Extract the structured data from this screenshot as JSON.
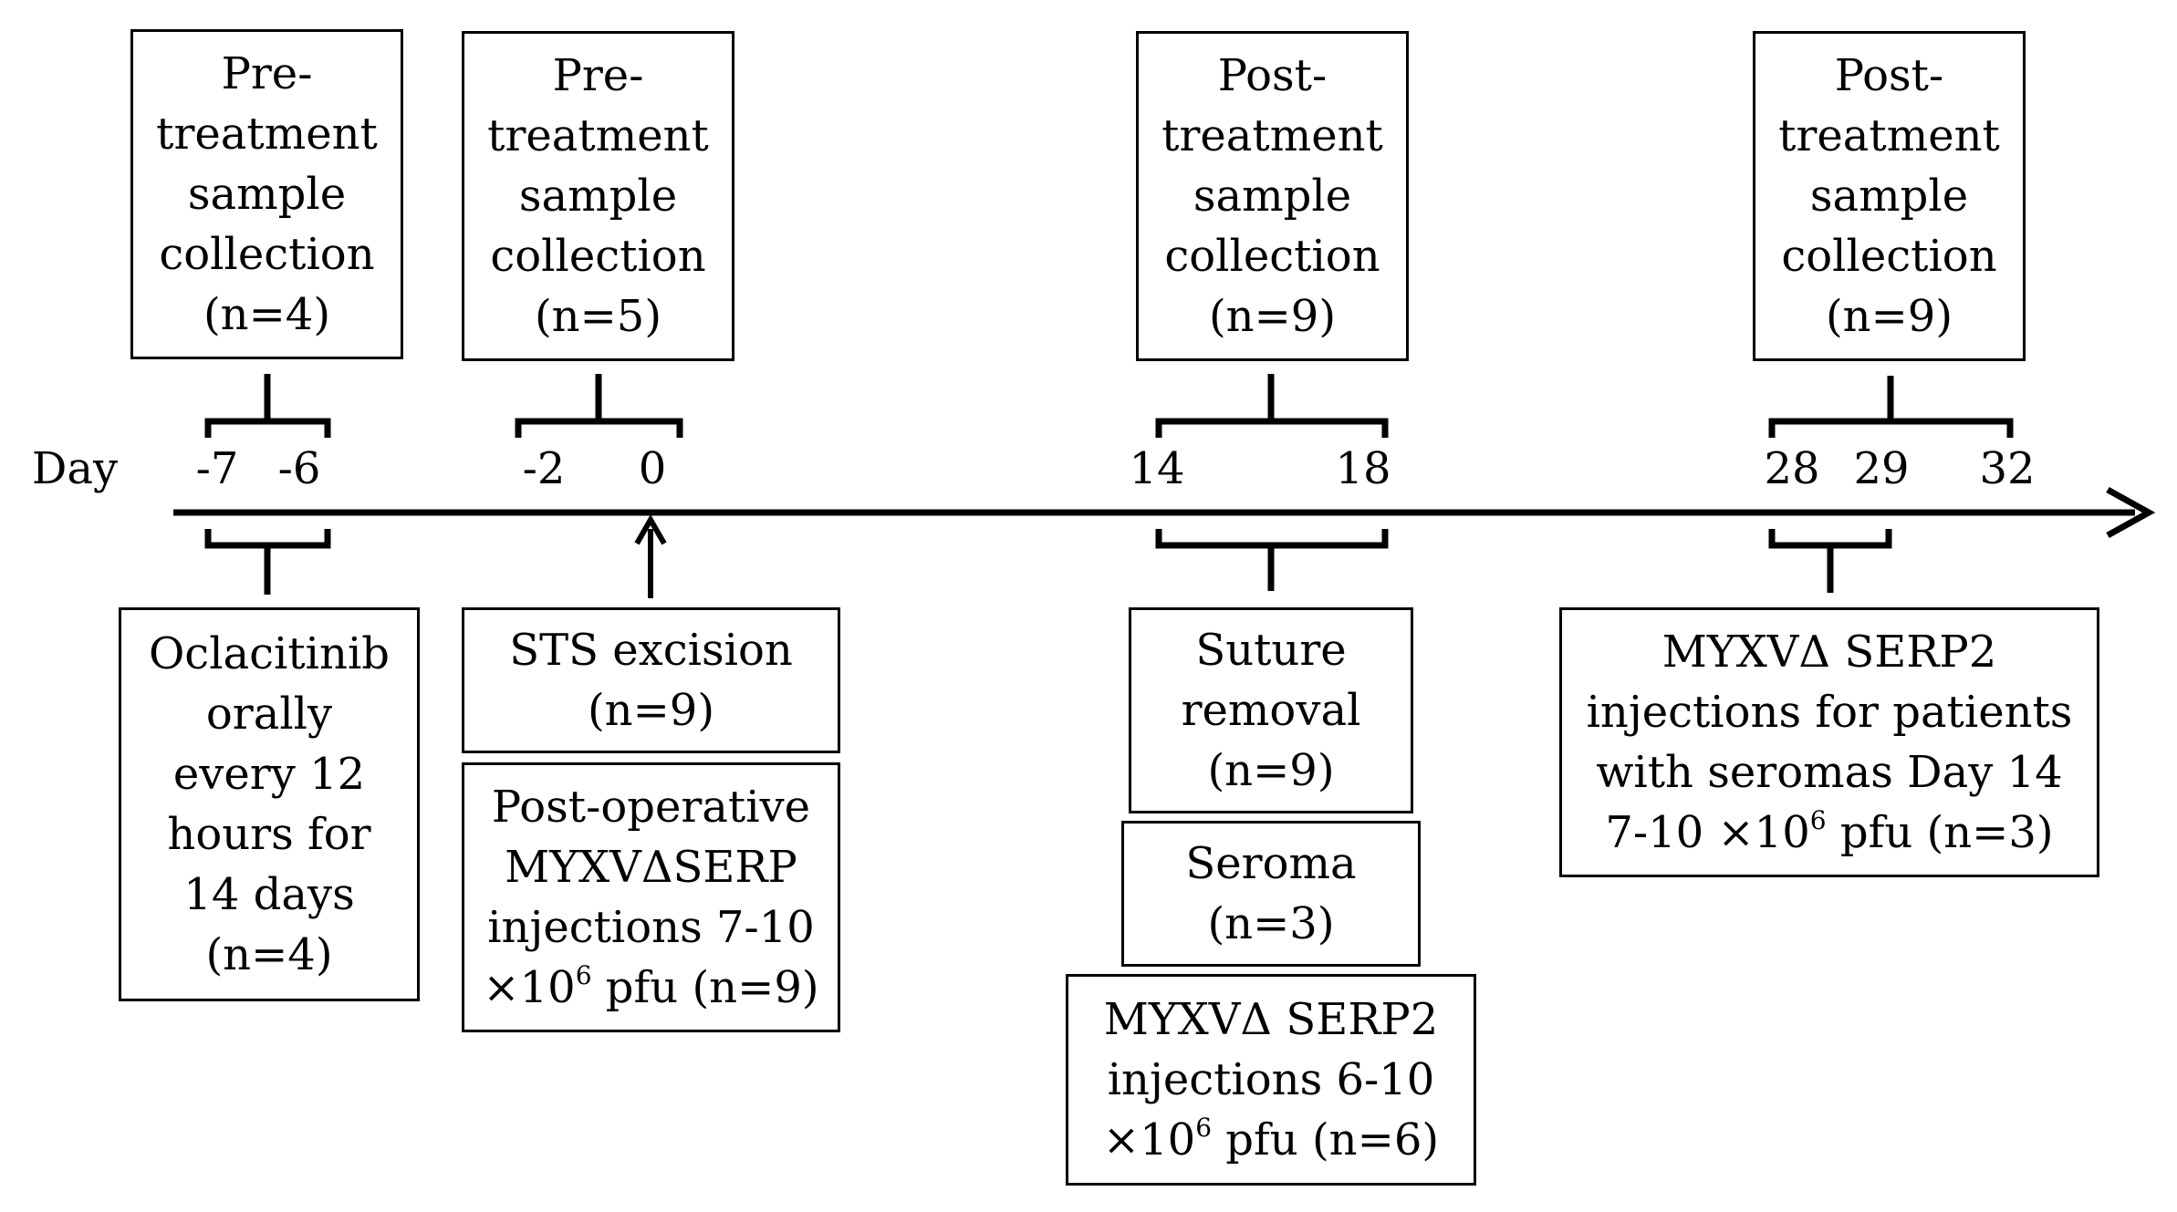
{
  "day_label": "Day",
  "ticks": [
    "-7",
    "-6",
    "-2",
    "0",
    "14",
    "18",
    "28",
    "29",
    "32"
  ],
  "top_boxes": [
    {
      "lines": [
        "Pre-",
        "treatment",
        "sample",
        "collection",
        "(n=4)"
      ]
    },
    {
      "lines": [
        "Pre-",
        "treatment",
        "sample",
        "collection",
        "(n=5)"
      ]
    },
    {
      "lines": [
        "Post-",
        "treatment",
        "sample",
        "collection",
        "(n=9)"
      ]
    },
    {
      "lines": [
        "Post-",
        "treatment",
        "sample",
        "collection",
        "(n=9)"
      ]
    }
  ],
  "bottom_boxes": {
    "oclacitinib": {
      "lines": [
        "Oclacitinib",
        "orally",
        "every 12",
        "hours for",
        "14 days",
        "(n=4)"
      ]
    },
    "sts_excision": {
      "lines": [
        "STS excision",
        "(n=9)"
      ]
    },
    "post_operative": {
      "line1": "Post-operative",
      "line2": "MYXVΔSERP",
      "line3": "injections 7-10",
      "line4_prefix": "×10",
      "line4_sup": "6",
      "line4_suffix": " pfu (n=9)"
    },
    "suture_removal": {
      "lines": [
        "Suture",
        "removal",
        "(n=9)"
      ]
    },
    "seroma": {
      "lines": [
        "Seroma",
        "(n=3)"
      ]
    },
    "serp2_6_10": {
      "line1": "MYXVΔ SERP2",
      "line2": "injections 6-10",
      "line3_prefix": "×10",
      "line3_sup": "6",
      "line3_suffix": " pfu (n=6)"
    },
    "serp2_seromas": {
      "line1": "MYXVΔ SERP2",
      "line2": "injections for patients",
      "line3": "with seromas Day 14",
      "line4_prefix": "7-10 ×10",
      "line4_sup": "6",
      "line4_suffix": " pfu (n=3)"
    }
  }
}
